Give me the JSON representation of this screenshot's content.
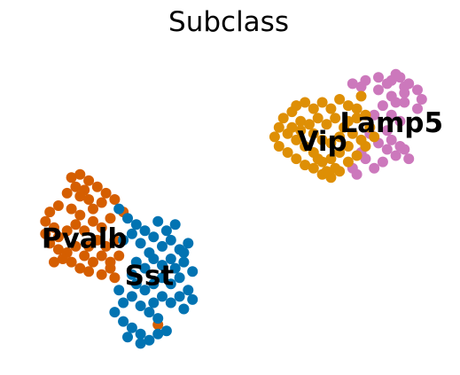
{
  "chart_data": {
    "type": "scatter",
    "title": "Subclass",
    "xlabel": "",
    "ylabel": "",
    "grid": false,
    "axes_visible": false,
    "legend": "on-data",
    "xlim": [
      0,
      10
    ],
    "ylim": [
      0,
      10
    ],
    "series": [
      {
        "name": "Lamp5",
        "color": "#cc78bc",
        "points": [
          [
            8.7,
            9.1
          ],
          [
            8.8,
            9.0
          ],
          [
            8.6,
            8.9
          ],
          [
            9.0,
            8.8
          ],
          [
            8.9,
            8.7
          ],
          [
            8.5,
            8.8
          ],
          [
            8.3,
            9.0
          ],
          [
            8.0,
            8.9
          ],
          [
            7.9,
            8.7
          ],
          [
            9.2,
            8.6
          ],
          [
            9.3,
            8.3
          ],
          [
            9.2,
            8.0
          ],
          [
            8.9,
            8.2
          ],
          [
            8.6,
            8.4
          ],
          [
            8.4,
            8.1
          ],
          [
            8.2,
            7.8
          ],
          [
            8.8,
            7.6
          ],
          [
            8.5,
            7.3
          ],
          [
            8.6,
            7.0
          ],
          [
            8.8,
            6.8
          ],
          [
            8.7,
            6.5
          ],
          [
            8.4,
            6.3
          ],
          [
            8.2,
            6.1
          ],
          [
            8.0,
            6.4
          ],
          [
            7.7,
            6.1
          ],
          [
            7.8,
            5.9
          ],
          [
            7.9,
            6.6
          ],
          [
            8.5,
            6.7
          ],
          [
            8.3,
            6.9
          ],
          [
            8.9,
            6.7
          ],
          [
            9.0,
            6.4
          ],
          [
            8.1,
            7.2
          ],
          [
            7.7,
            8.8
          ],
          [
            8.3,
            8.6
          ],
          [
            8.6,
            7.8
          ],
          [
            8.9,
            8.5
          ],
          [
            8.7,
            8.2
          ]
        ]
      },
      {
        "name": "Vip",
        "color": "#de8f05",
        "points": [
          [
            6.4,
            8.1
          ],
          [
            6.6,
            8.2
          ],
          [
            6.8,
            8.0
          ],
          [
            7.0,
            8.2
          ],
          [
            7.2,
            8.0
          ],
          [
            7.4,
            8.3
          ],
          [
            7.6,
            8.1
          ],
          [
            7.8,
            8.0
          ],
          [
            8.0,
            7.8
          ],
          [
            8.1,
            7.4
          ],
          [
            8.2,
            7.1
          ],
          [
            8.0,
            6.8
          ],
          [
            7.8,
            6.5
          ],
          [
            7.6,
            6.3
          ],
          [
            7.4,
            6.0
          ],
          [
            7.2,
            5.8
          ],
          [
            7.0,
            5.9
          ],
          [
            6.8,
            6.1
          ],
          [
            6.6,
            6.2
          ],
          [
            6.4,
            6.4
          ],
          [
            6.2,
            6.6
          ],
          [
            6.0,
            6.8
          ],
          [
            5.9,
            7.1
          ],
          [
            6.0,
            7.4
          ],
          [
            6.1,
            7.7
          ],
          [
            6.3,
            7.9
          ],
          [
            6.5,
            7.6
          ],
          [
            6.7,
            7.5
          ],
          [
            6.9,
            7.7
          ],
          [
            7.1,
            7.5
          ],
          [
            7.3,
            7.7
          ],
          [
            7.5,
            7.4
          ],
          [
            7.7,
            7.2
          ],
          [
            7.9,
            7.0
          ],
          [
            7.6,
            6.8
          ],
          [
            7.4,
            6.6
          ],
          [
            7.2,
            6.4
          ],
          [
            7.0,
            6.3
          ],
          [
            6.8,
            6.6
          ],
          [
            6.6,
            6.8
          ],
          [
            6.4,
            7.0
          ],
          [
            6.2,
            7.2
          ],
          [
            6.5,
            7.3
          ],
          [
            6.8,
            7.2
          ],
          [
            7.0,
            7.0
          ],
          [
            7.2,
            6.9
          ],
          [
            7.4,
            7.1
          ],
          [
            7.6,
            7.6
          ],
          [
            7.8,
            7.7
          ],
          [
            7.3,
            6.1
          ],
          [
            7.1,
            6.0
          ],
          [
            6.9,
            6.4
          ],
          [
            6.3,
            7.4
          ],
          [
            7.9,
            8.4
          ]
        ]
      },
      {
        "name": "Pvalb",
        "color": "#d55e00",
        "points": [
          [
            1.2,
            5.8
          ],
          [
            1.4,
            5.9
          ],
          [
            1.6,
            5.7
          ],
          [
            1.3,
            5.5
          ],
          [
            1.1,
            5.3
          ],
          [
            1.5,
            5.4
          ],
          [
            1.8,
            5.5
          ],
          [
            2.0,
            5.3
          ],
          [
            2.2,
            5.1
          ],
          [
            1.9,
            5.0
          ],
          [
            1.7,
            4.8
          ],
          [
            1.4,
            4.6
          ],
          [
            1.2,
            4.8
          ],
          [
            0.9,
            4.9
          ],
          [
            0.7,
            4.7
          ],
          [
            0.6,
            4.4
          ],
          [
            0.8,
            4.2
          ],
          [
            0.6,
            4.0
          ],
          [
            0.7,
            3.7
          ],
          [
            0.9,
            3.5
          ],
          [
            1.1,
            3.4
          ],
          [
            1.3,
            3.6
          ],
          [
            1.5,
            3.3
          ],
          [
            1.7,
            3.1
          ],
          [
            1.9,
            3.3
          ],
          [
            2.1,
            3.1
          ],
          [
            2.3,
            3.3
          ],
          [
            2.1,
            2.9
          ],
          [
            1.9,
            2.7
          ],
          [
            1.6,
            2.8
          ],
          [
            1.4,
            2.9
          ],
          [
            1.2,
            3.1
          ],
          [
            1.0,
            3.2
          ],
          [
            0.8,
            3.1
          ],
          [
            1.6,
            3.6
          ],
          [
            1.8,
            3.8
          ],
          [
            2.0,
            3.6
          ],
          [
            2.2,
            3.8
          ],
          [
            1.5,
            4.1
          ],
          [
            1.3,
            4.3
          ],
          [
            1.1,
            4.1
          ],
          [
            0.9,
            3.9
          ],
          [
            1.7,
            4.4
          ],
          [
            1.9,
            4.2
          ],
          [
            2.1,
            4.5
          ],
          [
            2.4,
            4.7
          ],
          [
            1.4,
            5.2
          ],
          [
            1.6,
            5.1
          ],
          [
            2.2,
            2.6
          ],
          [
            3.2,
            1.1
          ]
        ]
      },
      {
        "name": "Sst",
        "color": "#0173b2",
        "points": [
          [
            2.5,
            4.5
          ],
          [
            2.7,
            4.3
          ],
          [
            2.9,
            4.1
          ],
          [
            2.6,
            4.0
          ],
          [
            2.4,
            3.8
          ],
          [
            2.8,
            3.7
          ],
          [
            3.1,
            3.9
          ],
          [
            3.3,
            3.6
          ],
          [
            3.5,
            3.8
          ],
          [
            3.7,
            3.5
          ],
          [
            3.5,
            3.2
          ],
          [
            3.3,
            3.0
          ],
          [
            3.1,
            3.2
          ],
          [
            2.9,
            2.9
          ],
          [
            2.7,
            3.1
          ],
          [
            3.6,
            2.9
          ],
          [
            3.8,
            3.1
          ],
          [
            3.8,
            3.4
          ],
          [
            3.7,
            2.6
          ],
          [
            3.5,
            2.4
          ],
          [
            3.3,
            2.6
          ],
          [
            3.1,
            2.4
          ],
          [
            2.9,
            2.2
          ],
          [
            2.7,
            2.4
          ],
          [
            2.6,
            2.0
          ],
          [
            2.4,
            1.8
          ],
          [
            2.2,
            1.5
          ],
          [
            2.4,
            1.2
          ],
          [
            2.6,
            1.0
          ],
          [
            2.8,
            0.8
          ],
          [
            3.0,
            0.6
          ],
          [
            3.2,
            0.8
          ],
          [
            3.4,
            0.9
          ],
          [
            3.2,
            1.3
          ],
          [
            3.0,
            1.5
          ],
          [
            2.8,
            1.7
          ],
          [
            3.1,
            1.8
          ],
          [
            3.3,
            2.0
          ],
          [
            3.5,
            1.8
          ],
          [
            3.7,
            2.0
          ],
          [
            3.9,
            2.2
          ],
          [
            4.0,
            1.9
          ],
          [
            4.0,
            2.8
          ],
          [
            3.9,
            3.7
          ],
          [
            3.4,
            4.1
          ],
          [
            3.6,
            4.3
          ],
          [
            3.2,
            4.4
          ],
          [
            2.3,
            4.8
          ],
          [
            2.5,
            0.7
          ],
          [
            2.8,
            0.5
          ],
          [
            2.3,
            2.2
          ],
          [
            3.0,
            3.4
          ],
          [
            3.8,
            1.6
          ],
          [
            2.6,
            2.7
          ]
        ]
      }
    ],
    "annotations": [
      {
        "text": "Lamp5",
        "x": 8.6,
        "y": 7.5
      },
      {
        "text": "Vip",
        "x": 7.0,
        "y": 6.9
      },
      {
        "text": "Pvalb",
        "x": 1.5,
        "y": 3.8
      },
      {
        "text": "Sst",
        "x": 3.0,
        "y": 2.6
      }
    ]
  }
}
